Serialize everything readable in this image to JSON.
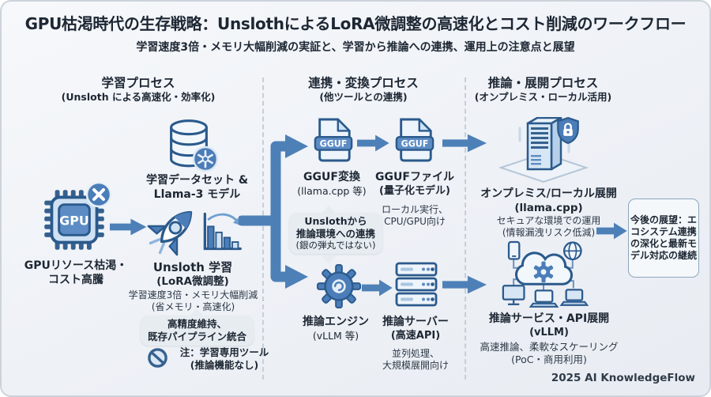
{
  "header": {
    "title": "GPU枯渇時代の生存戦略：UnslothによるLoRA微調整の高速化とコスト削減のワークフロー",
    "subtitle": "学習速度3倍・メモリ大幅削減の実証と、学習から推論への連携、運用上の注意点と展望"
  },
  "columns": {
    "learning": {
      "title": "学習プロセス",
      "subtitle": "(Unsloth による高速化・効率化)"
    },
    "conversion": {
      "title": "連携・変換プロセス",
      "subtitle": "(他ツールとの連携)"
    },
    "deployment": {
      "title": "推論・展開プロセス",
      "subtitle": "(オンプレミス・ローカル活用)"
    }
  },
  "learning": {
    "dataset": {
      "label1": "学習データセット &",
      "label2": "Llama-3 モデル"
    },
    "gpu": {
      "chip_text": "GPU",
      "label1": "GPUリソース枯渇・",
      "label2": "コスト高騰"
    },
    "unsloth": {
      "title": "Unsloth 学習",
      "subtitle": "(LoRA微調整)",
      "detail1": "学習速度3倍・メモリ大幅削減",
      "detail2": "(省メモリ・高速化)",
      "benefit1": "高精度維持、",
      "benefit2": "既存パイプライン統合",
      "note1": "注：学習専用ツール",
      "note2": "(推論機能なし)"
    }
  },
  "conversion": {
    "gguf_badge": "GGUF",
    "convert": {
      "title": "GGUF変換",
      "subtitle": "(llama.cpp 等)"
    },
    "file": {
      "title": "GGUFファイル",
      "subtitle": "(量子化モデル)",
      "detail1": "ローカル実行、",
      "detail2": "CPU/GPU向け"
    },
    "bridge": {
      "line1": "Unslothから",
      "line2": "推論環境への連携",
      "line3": "(銀の弾丸ではない)"
    },
    "engine": {
      "title": "推論エンジン",
      "subtitle": "(vLLM 等)"
    },
    "server": {
      "title": "推論サーバー",
      "subtitle": "(高速API)",
      "detail1": "並列処理、",
      "detail2": "大規模展開向け"
    }
  },
  "deployment": {
    "onprem": {
      "title": "オンプレミス/ローカル展開",
      "subtitle": "(llama.cpp)",
      "detail1": "セキュアな環境での運用",
      "detail2": "(情報漏洩リスク低減)"
    },
    "future": {
      "text": "今後の展望：エコシステム連携の深化と最新モデル対応の継続"
    },
    "service": {
      "title": "推論サービス・API展開",
      "subtitle": "(vLLM)",
      "detail1": "高速推論、柔軟なスケーリング",
      "detail2": "(PoC・商用利用)"
    }
  },
  "footer": {
    "credit": "2025 AI KnowledgeFlow"
  },
  "colors": {
    "arrow": "#4e80b8",
    "icon_outline": "#2b5a8c",
    "icon_fill_light": "#d7e6f4",
    "icon_fill_medium": "#5d8cc4",
    "callout_bg": "#e7ecf1",
    "background": "#eef1f6",
    "text": "#1d2733"
  }
}
